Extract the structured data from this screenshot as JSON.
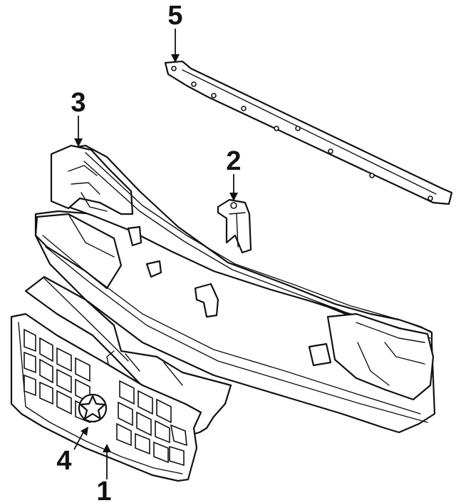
{
  "callouts": {
    "one": "1",
    "two": "2",
    "three": "3",
    "four": "4",
    "five": "5"
  },
  "ink_color": "#111111",
  "background_color": "#ffffff"
}
